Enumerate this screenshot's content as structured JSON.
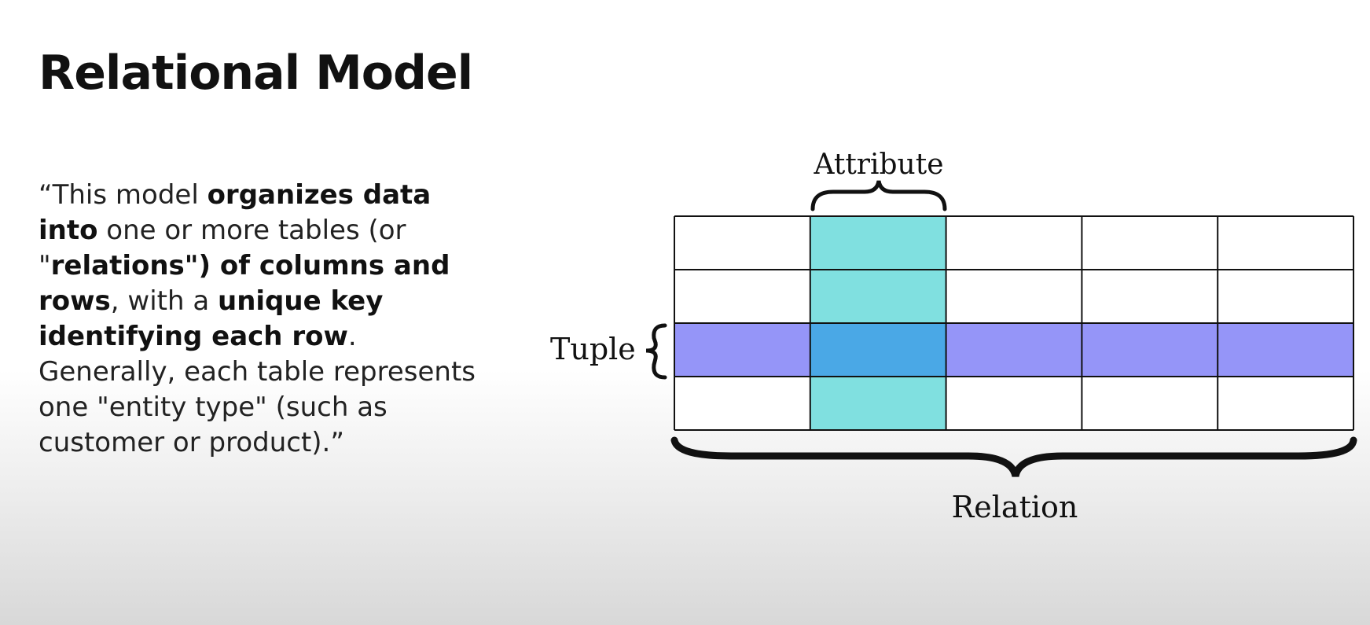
{
  "slide": {
    "title": "Relational Model",
    "quote": [
      {
        "t": "“This model ",
        "b": false
      },
      {
        "t": "organizes data into",
        "b": true
      },
      {
        "t": " one or more tables (or \"",
        "b": false
      },
      {
        "t": "relations\") of columns and rows",
        "b": true
      },
      {
        "t": ", with a ",
        "b": false
      },
      {
        "t": "unique key identifying each row",
        "b": true
      },
      {
        "t": ". Generally, each table represents one \"entity type\" (such as customer or product).”",
        "b": false
      }
    ]
  },
  "diagram": {
    "labels": {
      "attribute": "Attribute",
      "tuple": "Tuple",
      "relation": "Relation"
    },
    "table": {
      "rows": 4,
      "columns": 5,
      "highlighted_column": 2,
      "highlighted_row": 3
    },
    "colors": {
      "attribute_fill": "#80e0e0",
      "tuple_fill": "#9595f8",
      "intersection_fill": "#4aa8e6",
      "grid_line": "#111111",
      "brace": "#111111"
    }
  }
}
